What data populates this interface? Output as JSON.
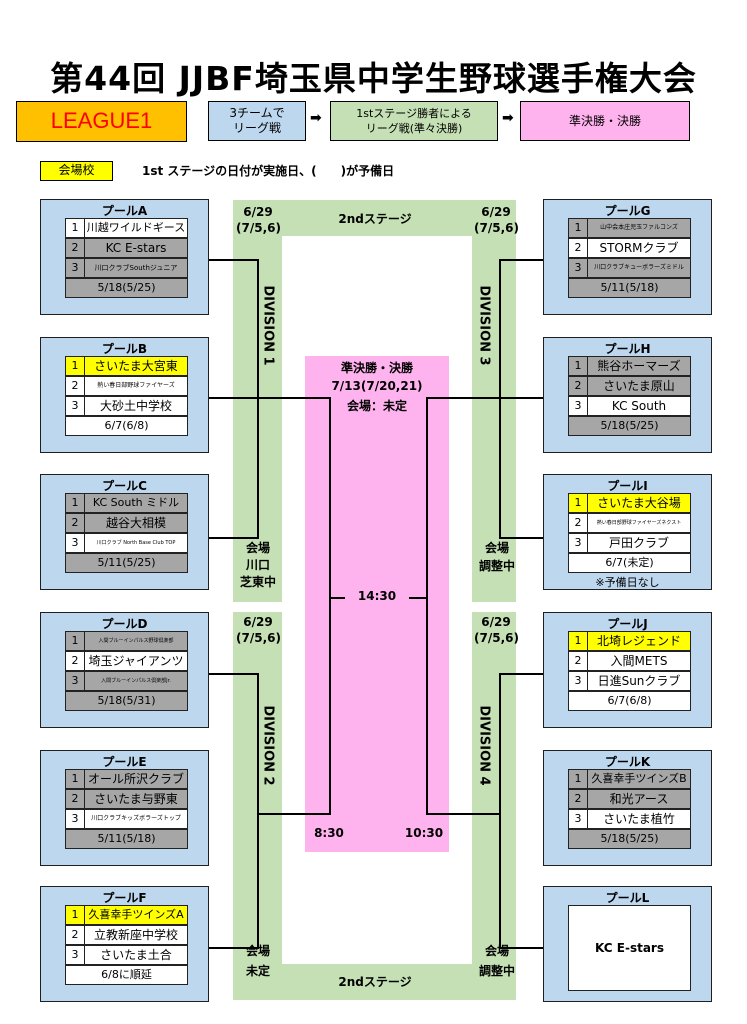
{
  "title": "第44回 JJBF埼玉県中学生野球選手権大会",
  "league": "LEAGUE1",
  "flow": [
    "3チームで\nリーグ戦",
    "1stステージ勝者による\nリーグ戦(準々決勝)",
    "準決勝・決勝"
  ],
  "arrow": "➡",
  "legend": {
    "label": "会場校",
    "note": "1st ステージの日付が実施日、(　　)が予備日"
  },
  "stage2": {
    "label": "2ndステージ",
    "dates": "6/29\n(7/5,6)",
    "divisions": [
      "DIVISION 1",
      "DIVISION 2",
      "DIVISION 3",
      "DIVISION 4"
    ],
    "venue_label": "会場",
    "venues": [
      "川口\n芝東中",
      "未定",
      "調整中",
      "調整中"
    ]
  },
  "final": {
    "title": "準決勝・決勝",
    "date": "7/13(7/20,21)",
    "venue": "会場：未定",
    "time_center": "14:30",
    "time_left": "8:30",
    "time_right": "10:30"
  },
  "pools": [
    {
      "name": "プールA",
      "footer": "5/18(5/25)",
      "footer_style": "gray",
      "teams": [
        {
          "rank": "1",
          "name": "川越ワイルドギース",
          "style": "white",
          "size": "f11"
        },
        {
          "rank": "2",
          "name": "KC E-stars",
          "style": "gray",
          "size": "f12"
        },
        {
          "rank": "3",
          "name": "川口クラブSouthジュニア",
          "style": "gray",
          "size": "f7"
        }
      ]
    },
    {
      "name": "プールB",
      "footer": "6/7(6/8)",
      "footer_style": "white",
      "teams": [
        {
          "rank": "1",
          "name": "さいたま大宮東",
          "style": "yellow",
          "size": "f12"
        },
        {
          "rank": "2",
          "name": "熱い春日部野球ファイヤーズ",
          "style": "white",
          "size": "f6"
        },
        {
          "rank": "3",
          "name": "大砂土中学校",
          "style": "white",
          "size": "f12"
        }
      ]
    },
    {
      "name": "プールC",
      "footer": "5/11(5/25)",
      "footer_style": "gray",
      "teams": [
        {
          "rank": "1",
          "name": "KC South ミドル",
          "style": "gray",
          "size": "f11"
        },
        {
          "rank": "2",
          "name": "越谷大相模",
          "style": "gray",
          "size": "f12"
        },
        {
          "rank": "3",
          "name": "川口クラブ North Base Club TOP",
          "style": "white",
          "size": "f5"
        }
      ]
    },
    {
      "name": "プールD",
      "footer": "5/18(5/31)",
      "footer_style": "gray",
      "teams": [
        {
          "rank": "1",
          "name": "入間ブルーインパルス野球倶楽部",
          "style": "gray",
          "size": "f5"
        },
        {
          "rank": "2",
          "name": "埼玉ジャイアンツ",
          "style": "white",
          "size": "f12"
        },
        {
          "rank": "3",
          "name": "入間ブルーインパルス倶楽部Jr.",
          "style": "gray",
          "size": "f5"
        }
      ]
    },
    {
      "name": "プールE",
      "footer": "5/11(5/18)",
      "footer_style": "gray",
      "teams": [
        {
          "rank": "1",
          "name": "オール所沢クラブ",
          "style": "gray",
          "size": "f12"
        },
        {
          "rank": "2",
          "name": "さいたま与野東",
          "style": "gray",
          "size": "f12"
        },
        {
          "rank": "3",
          "name": "川口クラブキッズボラーズトップ",
          "style": "white",
          "size": "f6"
        }
      ]
    },
    {
      "name": "プールF",
      "footer": "6/8に順延",
      "footer_style": "white",
      "teams": [
        {
          "rank": "1",
          "name": "久喜幸手ツインズA",
          "style": "yellow",
          "size": "f11"
        },
        {
          "rank": "2",
          "name": "立教新座中学校",
          "style": "white",
          "size": "f12"
        },
        {
          "rank": "3",
          "name": "さいたま土合",
          "style": "white",
          "size": "f12"
        }
      ]
    },
    {
      "name": "プールG",
      "footer": "5/11(5/18)",
      "footer_style": "gray",
      "teams": [
        {
          "rank": "1",
          "name": "山中会本庄児玉ファルコンズ",
          "style": "gray",
          "size": "f6"
        },
        {
          "rank": "2",
          "name": "STORMクラブ",
          "style": "white",
          "size": "f12"
        },
        {
          "rank": "3",
          "name": "川口クラブキューボラーズミドル",
          "style": "gray",
          "size": "f6"
        }
      ]
    },
    {
      "name": "プールH",
      "footer": "5/18(5/25)",
      "footer_style": "gray",
      "teams": [
        {
          "rank": "1",
          "name": "熊谷ホーマーズ",
          "style": "gray",
          "size": "f12"
        },
        {
          "rank": "2",
          "name": "さいたま原山",
          "style": "gray",
          "size": "f12"
        },
        {
          "rank": "3",
          "name": "KC South",
          "style": "white",
          "size": "f12"
        }
      ]
    },
    {
      "name": "プールI",
      "footer": "6/7(未定)",
      "footer_style": "white",
      "note": "※予備日なし",
      "teams": [
        {
          "rank": "1",
          "name": "さいたま大谷場",
          "style": "yellow",
          "size": "f12"
        },
        {
          "rank": "2",
          "name": "熱い春日部野球ファイヤーズネクスト",
          "style": "white",
          "size": "f5"
        },
        {
          "rank": "3",
          "name": "戸田クラブ",
          "style": "white",
          "size": "f12"
        }
      ]
    },
    {
      "name": "プールJ",
      "footer": "6/7(6/8)",
      "footer_style": "white",
      "teams": [
        {
          "rank": "1",
          "name": "北埼レジェンド",
          "style": "yellow",
          "size": "f12"
        },
        {
          "rank": "2",
          "name": "入間METS",
          "style": "white",
          "size": "f12"
        },
        {
          "rank": "3",
          "name": "日進Sunクラブ",
          "style": "white",
          "size": "f12"
        }
      ]
    },
    {
      "name": "プールK",
      "footer": "5/18(5/25)",
      "footer_style": "gray",
      "teams": [
        {
          "rank": "1",
          "name": "久喜幸手ツインズB",
          "style": "gray",
          "size": "f11"
        },
        {
          "rank": "2",
          "name": "和光アース",
          "style": "gray",
          "size": "f12"
        },
        {
          "rank": "3",
          "name": "さいたま植竹",
          "style": "white",
          "size": "f12"
        }
      ]
    },
    {
      "name": "プールL",
      "single": "KC E-stars"
    }
  ]
}
